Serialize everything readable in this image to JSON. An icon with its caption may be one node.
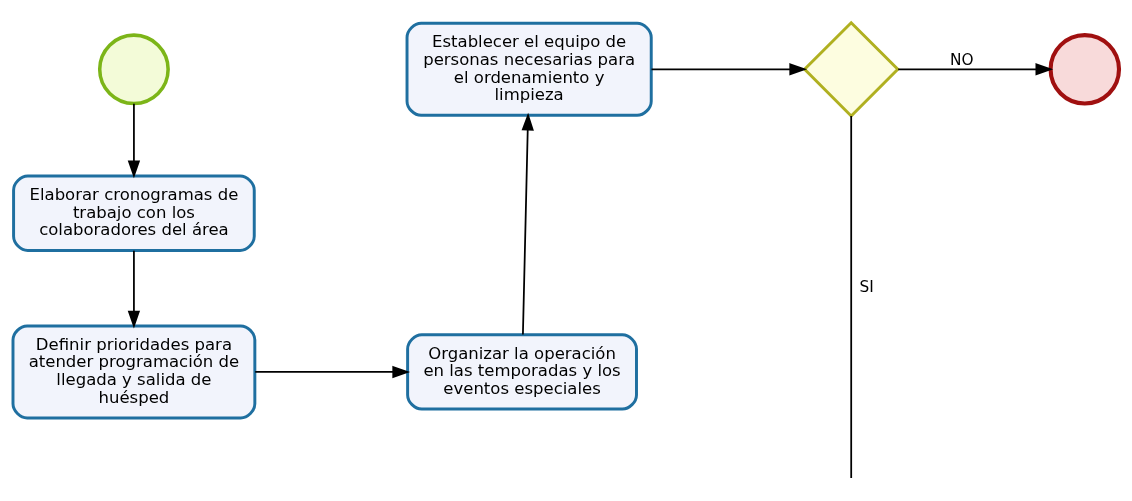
{
  "diagram": {
    "nodes": [
      {
        "text": [],
        "shape": "circle"
      },
      {
        "text": [
          "Elaborar cronogramas de trabajo con los colaboradores del área"
        ]
      },
      {
        "text": [
          "Definir prioridades para atender programación de llegada y salida de huésped"
        ]
      },
      {
        "text": [
          "Organizar la operación en las temporadas y los eventos especiales"
        ]
      },
      {
        "text": [
          "Establecer el equipo de personas necesarias para el ordenamiento y limpieza"
        ]
      },
      {
        "text": [],
        "shape": "diamond"
      },
      {
        "text": [],
        "shape": "circle"
      }
    ],
    "edges": [
      {
        "from": 0,
        "to": 1,
        "arrow": "to"
      },
      {
        "from": 1,
        "to": 2,
        "arrow": "to"
      },
      {
        "from": 2,
        "to": 3,
        "arrow": "to"
      },
      {
        "from": 3,
        "to": 4,
        "arrow": "to"
      },
      {
        "from": 4,
        "to": 5,
        "arrow": "to"
      },
      {
        "from": 5,
        "to": 6,
        "label": "NO",
        "arrow": "to"
      },
      {
        "from": 5,
        "to": null,
        "label": "SI",
        "arrow": "none"
      }
    ]
  }
}
